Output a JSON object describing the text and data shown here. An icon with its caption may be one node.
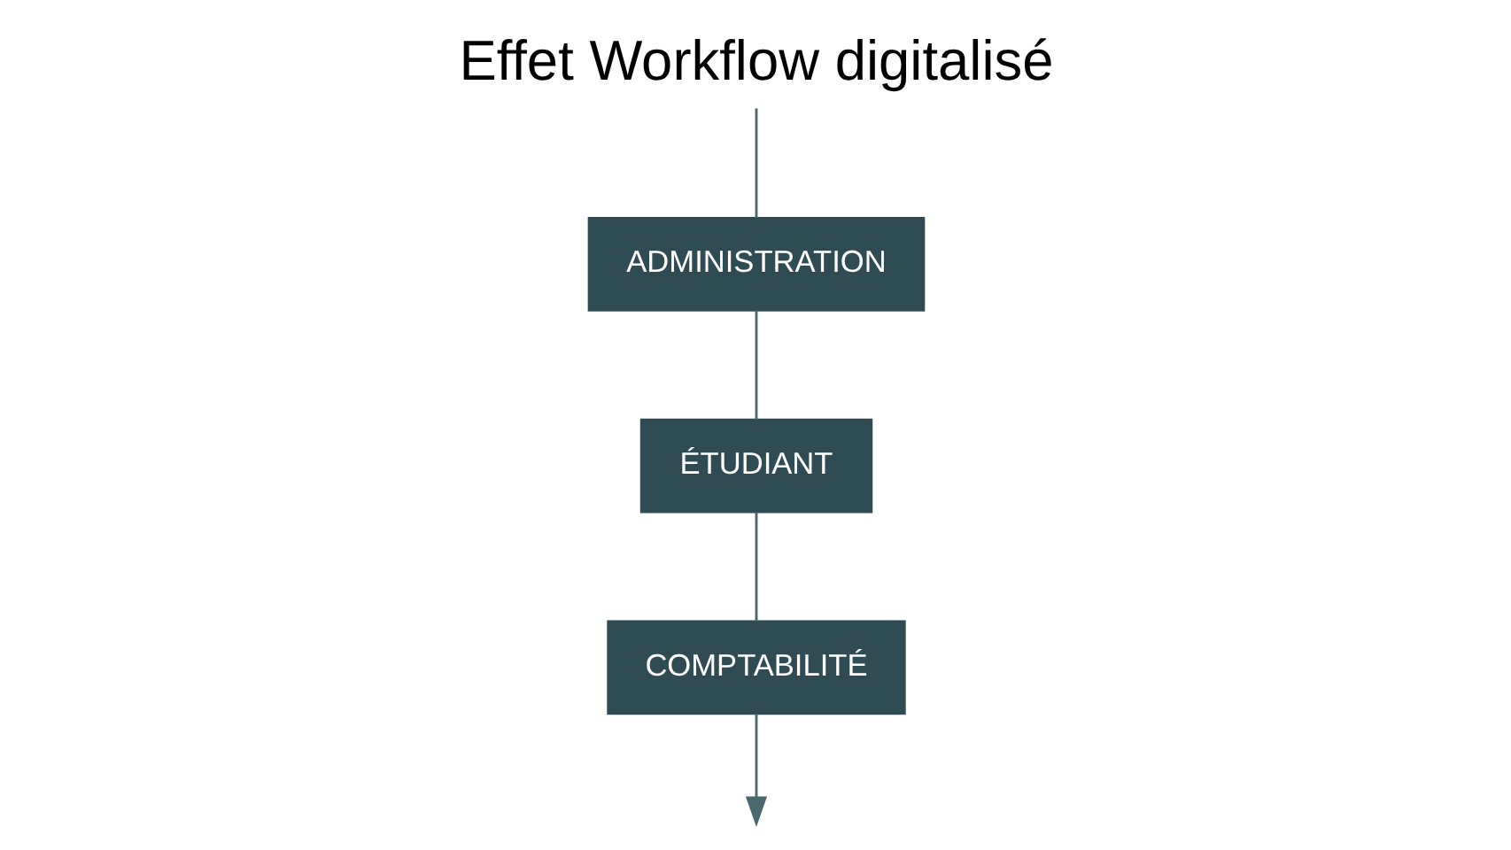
{
  "diagram": {
    "title": "Effet Workflow digitalisé",
    "nodes": [
      {
        "text": [
          "ADMINISTRATION"
        ]
      },
      {
        "text": [
          "ÉTUDIANT"
        ]
      },
      {
        "text": [
          "COMPTABILITÉ"
        ]
      }
    ],
    "edges": [
      {
        "from": null,
        "to": 0,
        "arrow": "none"
      },
      {
        "from": 0,
        "to": 1,
        "arrow": "none"
      },
      {
        "from": 1,
        "to": 2,
        "arrow": "none"
      },
      {
        "from": 2,
        "to": null,
        "arrow": "to"
      }
    ]
  }
}
